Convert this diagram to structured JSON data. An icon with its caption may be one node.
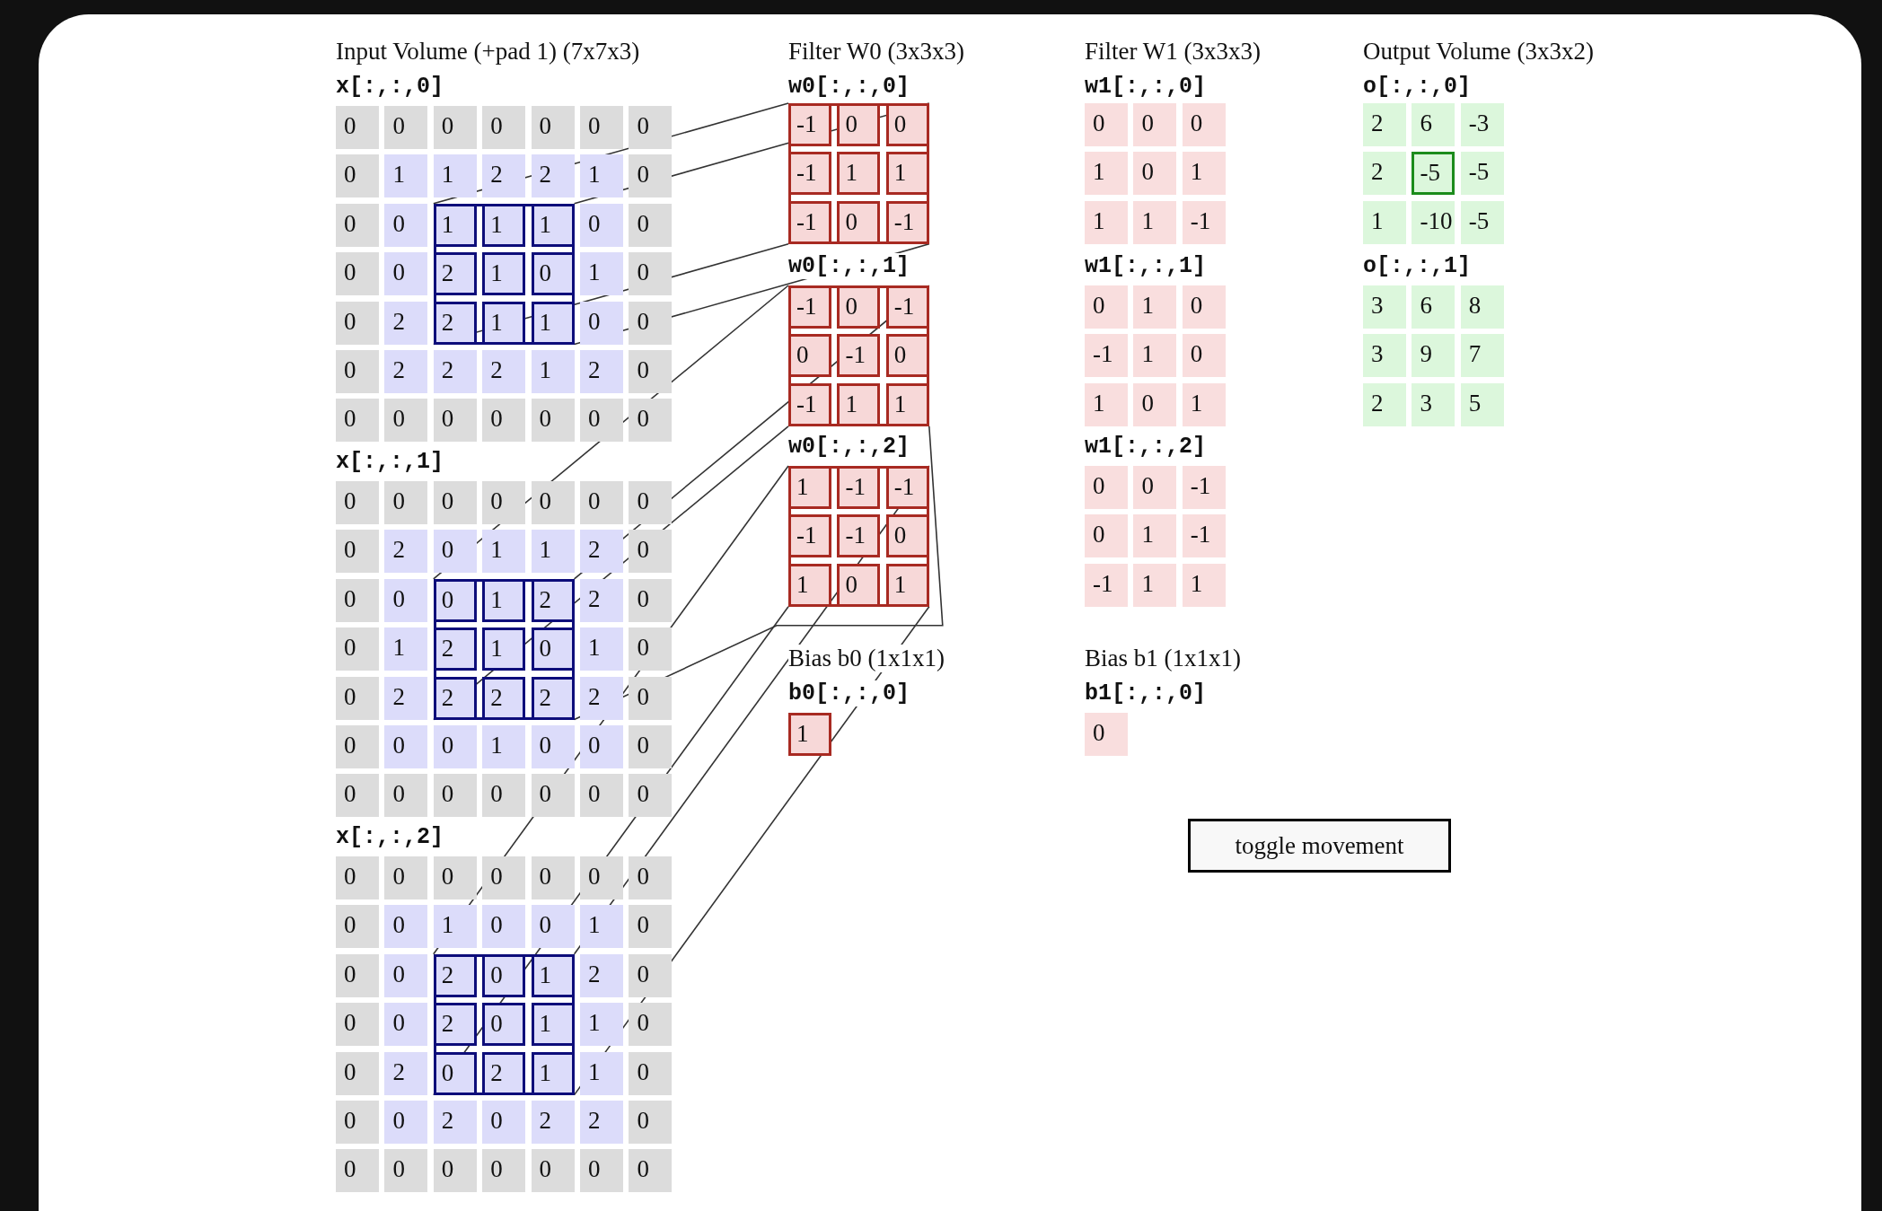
{
  "diagram": {
    "nodes": [
      {
        "text": [],
        "shape": "box"
      },
      {
        "text": [],
        "shape": "box"
      },
      {
        "text": [],
        "shape": "box"
      },
      {
        "text": [],
        "shape": "box"
      },
      {
        "text": [],
        "shape": "box"
      },
      {
        "text": [],
        "shape": "box"
      }
    ],
    "edges": [
      {
        "from": 0,
        "to": 1,
        "arrow": "none"
      },
      {
        "from": 0,
        "to": 1,
        "arrow": "none"
      },
      {
        "from": 0,
        "to": 1,
        "arrow": "none"
      },
      {
        "from": 0,
        "to": 1,
        "arrow": "none"
      },
      {
        "from": 2,
        "to": 3,
        "arrow": "none"
      },
      {
        "from": 2,
        "to": 3,
        "arrow": "none"
      },
      {
        "from": 2,
        "to": 3,
        "arrow": "none"
      },
      {
        "from": 2,
        "to": 3,
        "arrow": "none"
      },
      {
        "from": 4,
        "to": 5,
        "arrow": "none"
      },
      {
        "from": 4,
        "to": 5,
        "arrow": "none"
      },
      {
        "from": 4,
        "to": 5,
        "arrow": "none"
      },
      {
        "from": 4,
        "to": 5,
        "arrow": "none"
      }
    ],
    "labels": [
      "Input Volume (+pad 1) (7x7x3)",
      "x[:,:,0]",
      "0",
      "0",
      "0",
      "0",
      "0",
      "0",
      "0",
      "0",
      "1",
      "1",
      "2",
      "2",
      "1",
      "0",
      "0",
      "0",
      "1",
      "1",
      "1",
      "0",
      "0",
      "0",
      "0",
      "2",
      "1",
      "0",
      "1",
      "0",
      "0",
      "2",
      "2",
      "1",
      "1",
      "0",
      "0",
      "0",
      "2",
      "2",
      "2",
      "1",
      "2",
      "0",
      "0",
      "0",
      "0",
      "0",
      "0",
      "0",
      "0",
      "x[:,:,1]",
      "0",
      "0",
      "0",
      "0",
      "0",
      "0",
      "0",
      "0",
      "2",
      "0",
      "1",
      "1",
      "2",
      "0",
      "0",
      "0",
      "0",
      "1",
      "2",
      "2",
      "0",
      "0",
      "1",
      "2",
      "1",
      "0",
      "1",
      "0",
      "0",
      "2",
      "2",
      "2",
      "2",
      "2",
      "0",
      "0",
      "0",
      "0",
      "1",
      "0",
      "0",
      "0",
      "0",
      "0",
      "0",
      "0",
      "0",
      "0",
      "0",
      "x[:,:,2]",
      "0",
      "0",
      "0",
      "0",
      "0",
      "0",
      "0",
      "0",
      "0",
      "1",
      "0",
      "0",
      "1",
      "0",
      "0",
      "0",
      "2",
      "0",
      "1",
      "2",
      "0",
      "0",
      "0",
      "2",
      "0",
      "1",
      "1",
      "0",
      "0",
      "2",
      "0",
      "2",
      "1",
      "1",
      "0",
      "0",
      "0",
      "2",
      "0",
      "2",
      "2",
      "0",
      "0",
      "0",
      "0",
      "0",
      "0",
      "0",
      "0",
      "Filter W0 (3x3x3)",
      "w0[:,:,0]",
      "-1",
      "0",
      "0",
      "-1",
      "1",
      "1",
      "-1",
      "0",
      "-1",
      "w0[:,:,1]",
      "-1",
      "0",
      "-1",
      "0",
      "-1",
      "0",
      "-1",
      "1",
      "1",
      "w0[:,:,2]",
      "1",
      "-1",
      "-1",
      "-1",
      "-1",
      "0",
      "1",
      "0",
      "1",
      "Bias b0 (1x1x1)",
      "b0[:,:,0]",
      "1",
      "Filter W1 (3x3x3)",
      "w1[:,:,0]",
      "0",
      "0",
      "0",
      "1",
      "0",
      "1",
      "1",
      "1",
      "-1",
      "w1[:,:,1]",
      "0",
      "1",
      "0",
      "-1",
      "1",
      "0",
      "1",
      "0",
      "1",
      "w1[:,:,2]",
      "0",
      "0",
      "-1",
      "0",
      "1",
      "-1",
      "-1",
      "1",
      "1",
      "Bias b1 (1x1x1)",
      "b1[:,:,0]",
      "0",
      "Output Volume (3x3x2)",
      "o[:,:,0]",
      "2",
      "6",
      "-3",
      "2",
      "-5",
      "-5",
      "1",
      "-10",
      "-5",
      "o[:,:,1]",
      "3",
      "6",
      "8",
      "3",
      "9",
      "7",
      "2",
      "3",
      "5",
      "toggle movement"
    ]
  }
}
